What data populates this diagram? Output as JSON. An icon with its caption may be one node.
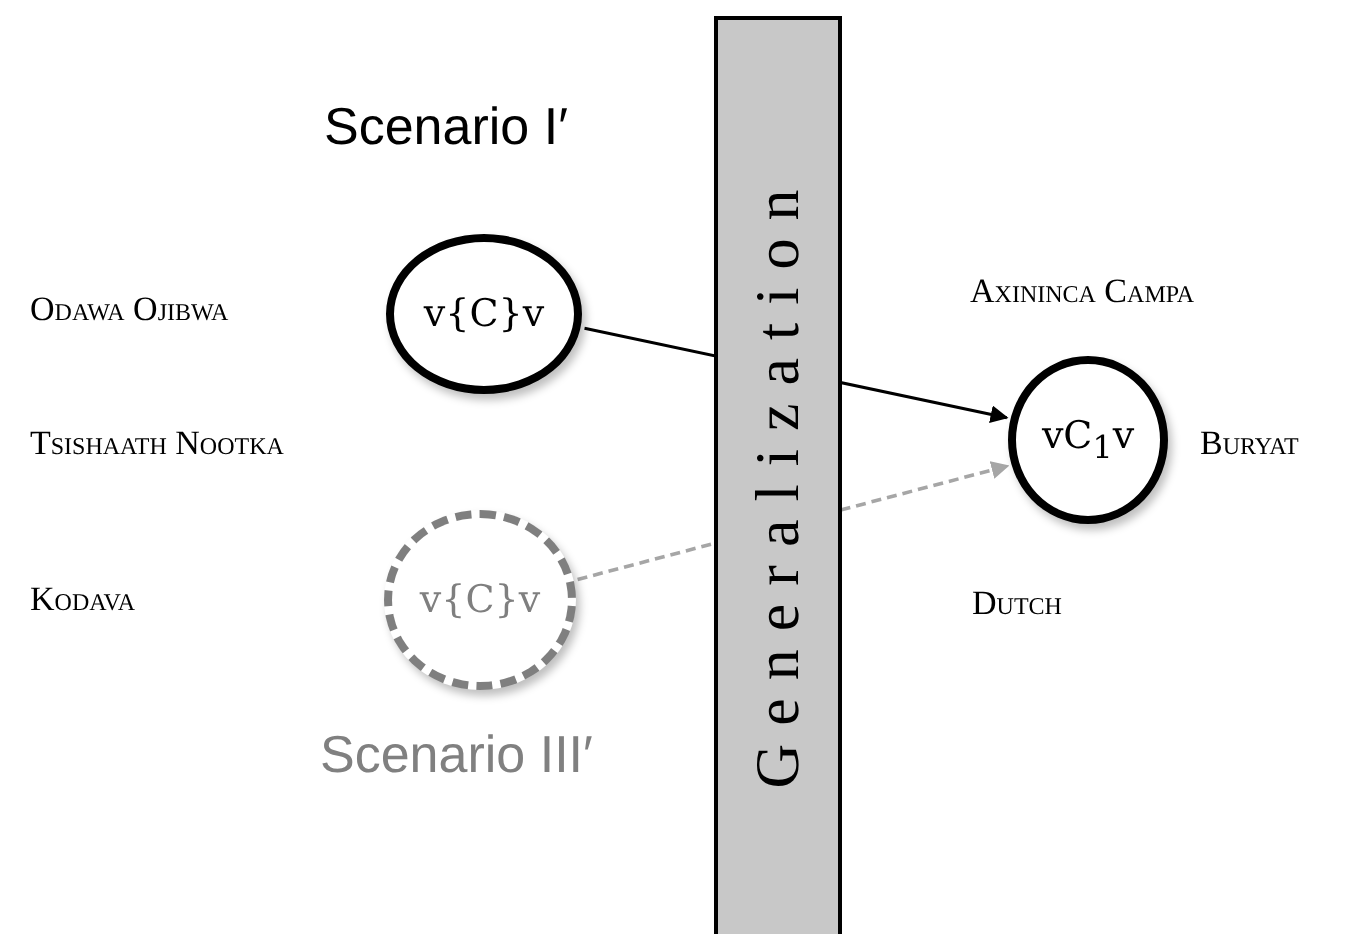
{
  "diagram": {
    "nodes": [
      {
        "text": [
          "v{C}v"
        ],
        "beside": [
          "Scenario I′"
        ]
      },
      {
        "text": [
          "v{C}v"
        ],
        "beside": [
          "Scenario III′"
        ]
      },
      {
        "text": [
          "vC$_{1}$v"
        ]
      }
    ],
    "edges": [
      {
        "from": 0,
        "to": 2,
        "arrow": "to"
      },
      {
        "from": 1,
        "to": 2,
        "arrow": "to",
        "style": "dashed",
        "color": "#a6a6a6"
      }
    ],
    "labels": [
      "Generalization",
      "Odawa Ojibwa",
      "Axininca Campa",
      "Tsishaath Nootka",
      "Buryat",
      "Kodava",
      "Dutch"
    ]
  }
}
